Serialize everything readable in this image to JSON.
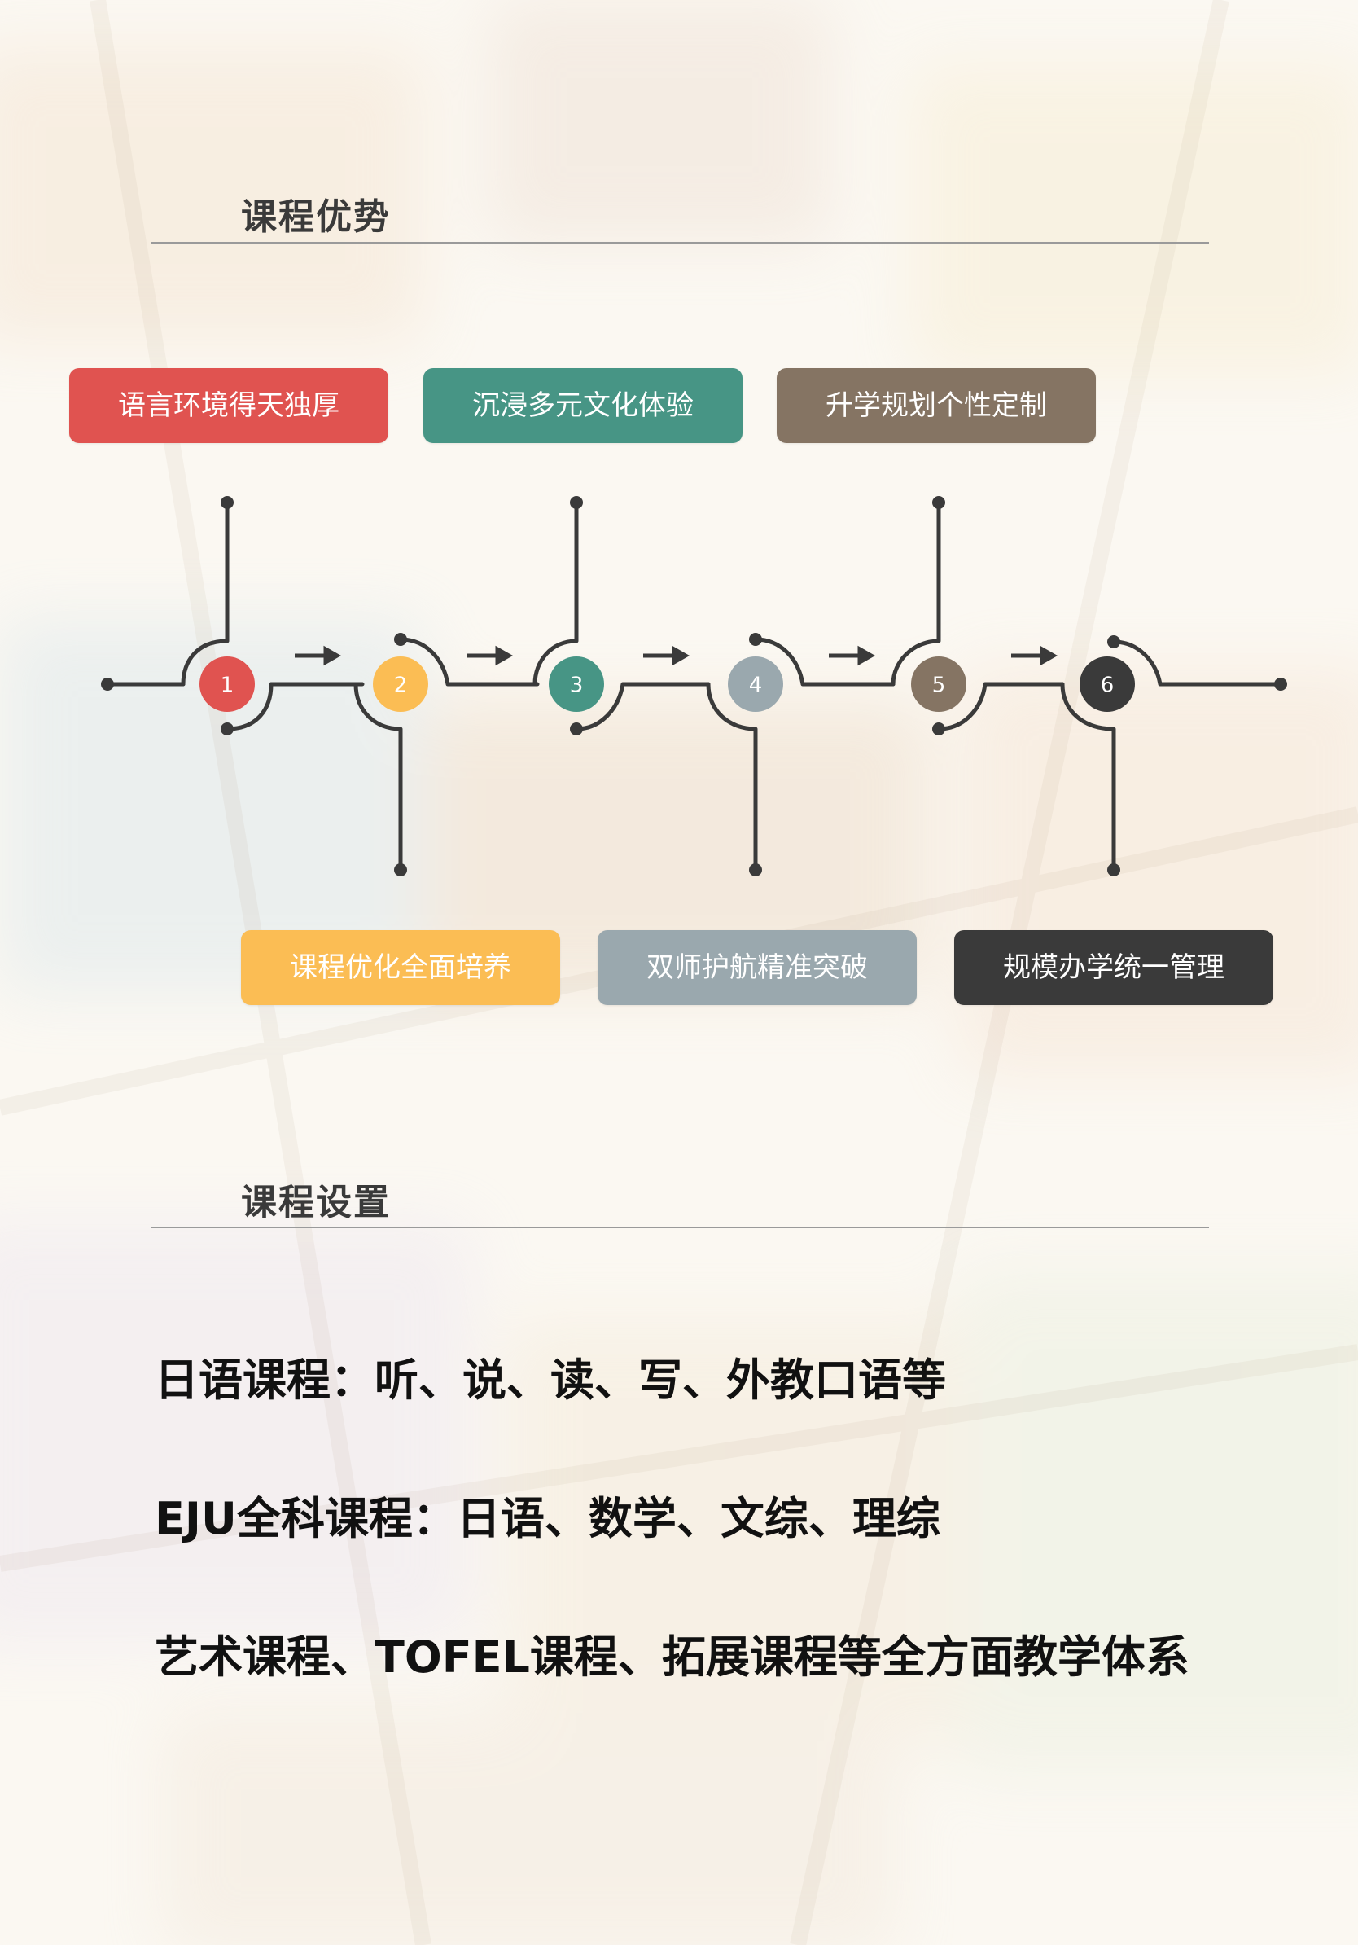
{
  "sections": {
    "advantages_title": "课程优势",
    "settings_title": "课程设置"
  },
  "advantages": [
    {
      "label": "语言环境得天独厚",
      "color": "#e05350"
    },
    {
      "label": "课程优化全面培养",
      "color": "#fbbd54"
    },
    {
      "label": "沉浸多元文化体验",
      "color": "#479585"
    },
    {
      "label": "双师护航精准突破",
      "color": "#9aa8ae"
    },
    {
      "label": "升学规划个性定制",
      "color": "#857463"
    },
    {
      "label": "规模办学统一管理",
      "color": "#3a3a3a"
    }
  ],
  "steps": [
    {
      "number": "1",
      "color": "#e05350"
    },
    {
      "number": "2",
      "color": "#fbbd54"
    },
    {
      "number": "3",
      "color": "#479585"
    },
    {
      "number": "4",
      "color": "#9aa8ae"
    },
    {
      "number": "5",
      "color": "#857463"
    },
    {
      "number": "6",
      "color": "#3a3a3a"
    }
  ],
  "courses": [
    "日语课程：听、说、读、写、外教口语等",
    "EJU全科课程：日语、数学、文综、理综",
    "艺术课程、TOFEL课程、拓展课程等全方面教学体系"
  ],
  "colors": {
    "line": "#3a3a3a",
    "title": "#3a3a3a",
    "rule": "#9a9a9a"
  }
}
